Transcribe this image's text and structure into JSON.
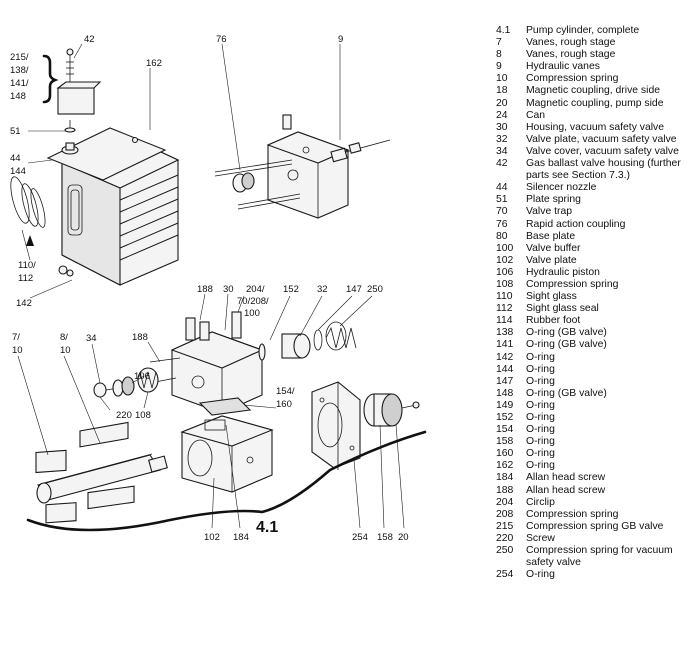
{
  "callouts": {
    "c42": "42",
    "c76": "76",
    "c9": "9",
    "c162": "162",
    "c215": "215/",
    "c138": "138/",
    "c141": "141/",
    "c148": "148",
    "c51": "51",
    "c44": "44",
    "c144": "144",
    "c110": "110/",
    "c112": "112",
    "c142": "142",
    "c188a": "188",
    "c30": "30",
    "c204": "204/",
    "c70": "70/208/",
    "c100": "100",
    "c152": "152",
    "c32": "32",
    "c147": "147",
    "c250": "250",
    "c7": "7/",
    "c10a": "10",
    "c8": "8/",
    "c10b": "10",
    "c34": "34",
    "c188b": "188",
    "c106": "106",
    "c220": "220",
    "c108": "108",
    "c154": "154/",
    "c160": "160",
    "c102": "102",
    "c184": "184",
    "c254": "254",
    "c158": "158",
    "c20": "20",
    "assembly": "4.1"
  },
  "legend": [
    {
      "num": "4.1",
      "text": "Pump cylinder, complete"
    },
    {
      "num": "7",
      "text": "Vanes, rough stage"
    },
    {
      "num": "8",
      "text": "Vanes, rough stage"
    },
    {
      "num": "9",
      "text": "Hydraulic vanes"
    },
    {
      "num": "10",
      "text": "Compression spring"
    },
    {
      "num": "18",
      "text": "Magnetic coupling, drive side"
    },
    {
      "num": "20",
      "text": "Magnetic coupling, pump side"
    },
    {
      "num": "24",
      "text": "Can"
    },
    {
      "num": "30",
      "text": "Housing, vacuum safety valve"
    },
    {
      "num": "32",
      "text": "Valve plate, vacuum safety valve"
    },
    {
      "num": "34",
      "text": "Valve cover, vacuum safety valve"
    },
    {
      "num": "42",
      "text": "Gas ballast valve housing (further parts see Section 7.3.)"
    },
    {
      "num": "44",
      "text": "Silencer nozzle"
    },
    {
      "num": "51",
      "text": "Plate spring"
    },
    {
      "num": "70",
      "text": "Valve trap"
    },
    {
      "num": "76",
      "text": "Rapid action coupling"
    },
    {
      "num": "80",
      "text": "Base plate"
    },
    {
      "num": "100",
      "text": "Valve buffer"
    },
    {
      "num": "102",
      "text": "Valve plate"
    },
    {
      "num": "106",
      "text": "Hydraulic piston"
    },
    {
      "num": "108",
      "text": "Compression spring"
    },
    {
      "num": "110",
      "text": "Sight glass"
    },
    {
      "num": "112",
      "text": "Sight glass seal"
    },
    {
      "num": "114",
      "text": "Rubber foot"
    },
    {
      "num": "138",
      "text": "O-ring (GB valve)"
    },
    {
      "num": "141",
      "text": "O-ring (GB valve)"
    },
    {
      "num": "142",
      "text": "O-ring"
    },
    {
      "num": "144",
      "text": "O-ring"
    },
    {
      "num": "147",
      "text": "O-ring"
    },
    {
      "num": "148",
      "text": "O-ring (GB valve)"
    },
    {
      "num": "149",
      "text": "O-ring"
    },
    {
      "num": "152",
      "text": "O-ring"
    },
    {
      "num": "154",
      "text": "O-ring"
    },
    {
      "num": "158",
      "text": "O-ring"
    },
    {
      "num": "160",
      "text": "O-ring"
    },
    {
      "num": "162",
      "text": "O-ring"
    },
    {
      "num": "184",
      "text": "Allan head screw"
    },
    {
      "num": "188",
      "text": "Allan head screw"
    },
    {
      "num": "204",
      "text": "Circlip"
    },
    {
      "num": "208",
      "text": "Compression spring"
    },
    {
      "num": "215",
      "text": "Compression spring GB valve"
    },
    {
      "num": "220",
      "text": "Screw"
    },
    {
      "num": "250",
      "text": "Compression spring for vacuum safety valve"
    },
    {
      "num": "254",
      "text": "O-ring"
    }
  ]
}
